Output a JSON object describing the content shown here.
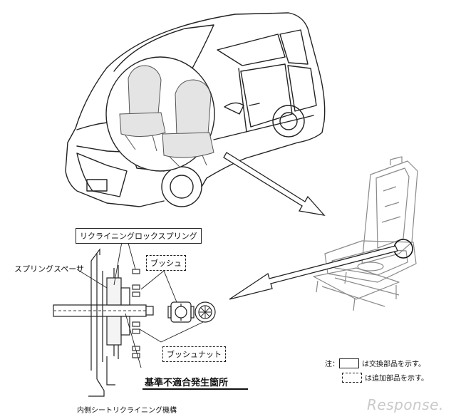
{
  "labels": {
    "recliner_lock_spring": "リクライニングロックスプリング",
    "spring_spacer": "スプリングスペーサ",
    "bush": "ブッシュ",
    "bush_nut": "ブッシュナット",
    "nonconformity_location": "基準不適合発生箇所",
    "caption": "内側シートリクライニング機構"
  },
  "legend": {
    "note_prefix": "注：",
    "replacement": "は交換部品を示す。",
    "addition": "は追加部品を示す。"
  },
  "watermark": "Response."
}
